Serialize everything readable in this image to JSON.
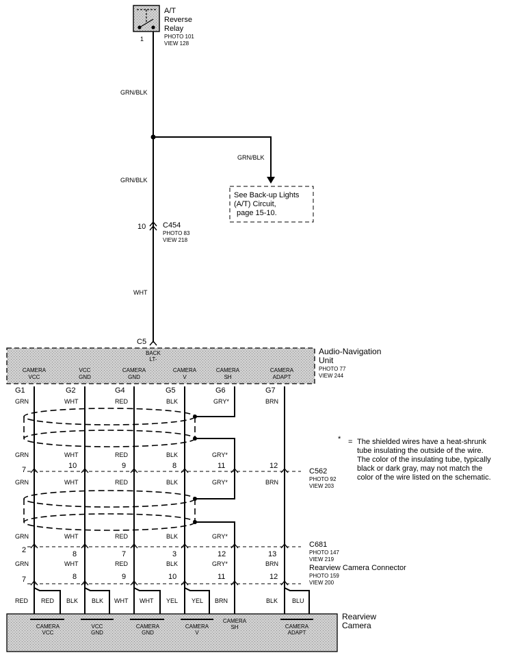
{
  "relay": {
    "name_line1": "A/T",
    "name_line2": "Reverse",
    "name_line3": "Relay",
    "photo": "PHOTO 101",
    "view": "VIEW 128",
    "pin": "1"
  },
  "wires": {
    "relay_to_splice": "GRN/BLK",
    "splice_to_c454": "GRN/BLK",
    "branch": "GRN/BLK",
    "c454_to_unit": "WHT"
  },
  "backup_note": {
    "line1": "See Back-up Lights",
    "line2": "(A/T) Circuit,",
    "line3": "page 15-10."
  },
  "c454": {
    "name": "C454",
    "pin": "10",
    "photo": "PHOTO 83",
    "view": "VIEW 218"
  },
  "c5": {
    "name": "C5",
    "label_line1": "BACK",
    "label_line2": "LT-"
  },
  "unit": {
    "name_line1": "Audio-Navigation",
    "name_line2": "Unit",
    "photo": "PHOTO 77",
    "view": "VIEW 244",
    "pins": [
      {
        "l1": "CAMERA",
        "l2": "VCC",
        "id": "G1",
        "c1": "GRN",
        "c2": "GRN",
        "c562": "7",
        "c3": "GRN",
        "c4": "GRN",
        "c681": "2",
        "c5": "GRN",
        "cc": "7"
      },
      {
        "l1": "VCC",
        "l2": "GND",
        "id": "G2",
        "c1": "WHT",
        "c2": "WHT",
        "c562": "10",
        "c3": "WHT",
        "c4": "WHT",
        "c681": "8",
        "c5": "WHT",
        "cc": "8"
      },
      {
        "l1": "CAMERA",
        "l2": "GND",
        "id": "G4",
        "c1": "RED",
        "c2": "RED",
        "c562": "9",
        "c3": "RED",
        "c4": "RED",
        "c681": "7",
        "c5": "RED",
        "cc": "9"
      },
      {
        "l1": "CAMERA",
        "l2": "V",
        "id": "G5",
        "c1": "BLK",
        "c2": "BLK",
        "c562": "8",
        "c3": "BLK",
        "c4": "BLK",
        "c681": "3",
        "c5": "BLK",
        "cc": "10"
      },
      {
        "l1": "CAMERA",
        "l2": "SH",
        "id": "G6",
        "c1": "GRY*",
        "c2": "GRY*",
        "c562": "11",
        "c3": "GRY*",
        "c4": "GRY*",
        "c681": "12",
        "c5": "GRY*",
        "cc": "11"
      },
      {
        "l1": "CAMERA",
        "l2": "ADAPT",
        "id": "G7",
        "c1": "BRN",
        "c2": "",
        "c562": "12",
        "c3": "BRN",
        "c4": "",
        "c681": "13",
        "c5": "BRN",
        "cc": "12"
      }
    ]
  },
  "c562": {
    "name": "C562",
    "photo": "PHOTO 92",
    "view": "VIEW 203"
  },
  "c681": {
    "name": "C681",
    "photo": "PHOTO 147",
    "view": "VIEW 219"
  },
  "cam_conn": {
    "name": "Rearview Camera Connector",
    "photo": "PHOTO 159",
    "view": "VIEW 200"
  },
  "camera_wires": [
    {
      "outer": "RED",
      "inner": "RED"
    },
    {
      "outer": "BLK",
      "inner": "BLK"
    },
    {
      "outer": "WHT",
      "inner": "WHT"
    },
    {
      "outer": "YEL",
      "inner": "YEL"
    },
    {
      "outer": "BRN",
      "inner": ""
    },
    {
      "outer": "BLK",
      "inner": "BLU"
    }
  ],
  "camera": {
    "name_line1": "Rearview",
    "name_line2": "Camera",
    "pins": [
      {
        "l1": "CAMERA",
        "l2": "VCC"
      },
      {
        "l1": "VCC",
        "l2": "GND"
      },
      {
        "l1": "CAMERA",
        "l2": "GND"
      },
      {
        "l1": "CAMERA",
        "l2": "V"
      },
      {
        "l1": "CAMERA",
        "l2": "SH"
      },
      {
        "l1": "CAMERA",
        "l2": "ADAPT"
      }
    ]
  },
  "footnote": {
    "star": "*",
    "eq": "=",
    "line1": "The shielded wires have a heat-shrunk",
    "line2": "tube insulating the outside of the wire.",
    "line3": "The color of the insulating tube, typically",
    "line4": "black or dark gray, may not match the",
    "line5": "color of the wire listed on the schematic."
  }
}
